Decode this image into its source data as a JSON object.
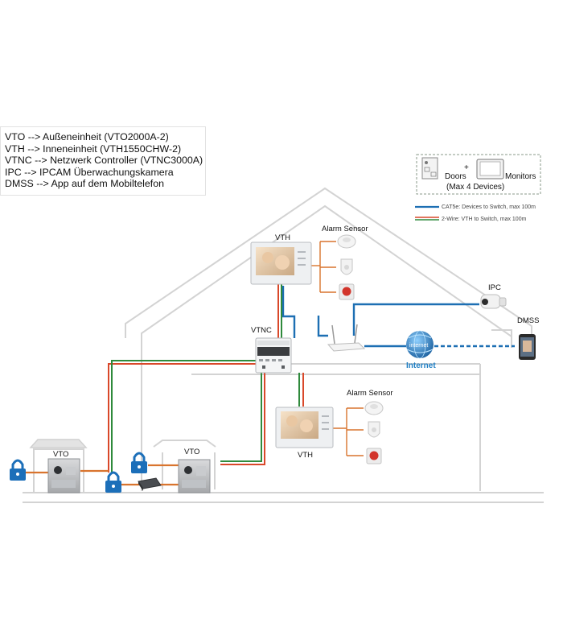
{
  "legend_text": [
    "VTO --> Außeneinheit (VTO2000A-2)",
    "VTH --> Inneneinheit (VTH1550CHW-2)",
    "VTNC --> Netzwerk Controller (VTNC3000A)",
    "IPC --> IPCAM Überwachungskamera",
    "DMSS --> App auf dem Mobiltelefon"
  ],
  "capacity_box": {
    "plus": "+",
    "doors": "Doors",
    "monitors": "Monitors",
    "max": "(Max 4 Devices)"
  },
  "cable_legend": {
    "cat5e": "CAT5e: Devices to Switch, max 100m",
    "two_wire": "2-Wire: VTH to Switch, max 100m"
  },
  "labels": {
    "vth_top": "VTH",
    "alarm_sensor_top": "Alarm Sensor",
    "ipc": "IPC",
    "dmss": "DMSS",
    "vtnc": "VTNC",
    "internet_globe": "internet",
    "internet": "Internet",
    "alarm_sensor_bottom": "Alarm Sensor",
    "vth_bottom": "VTH",
    "vto_left": "VTO",
    "vto_middle": "VTO"
  },
  "colors": {
    "cat5e": "#1d6fb3",
    "two_wire_red": "#d9482a",
    "two_wire_green": "#2f8a3c",
    "orange_cable": "#d9742e",
    "house_outline": "#d3d3d3",
    "lock_blue": "#1c6fb9"
  }
}
